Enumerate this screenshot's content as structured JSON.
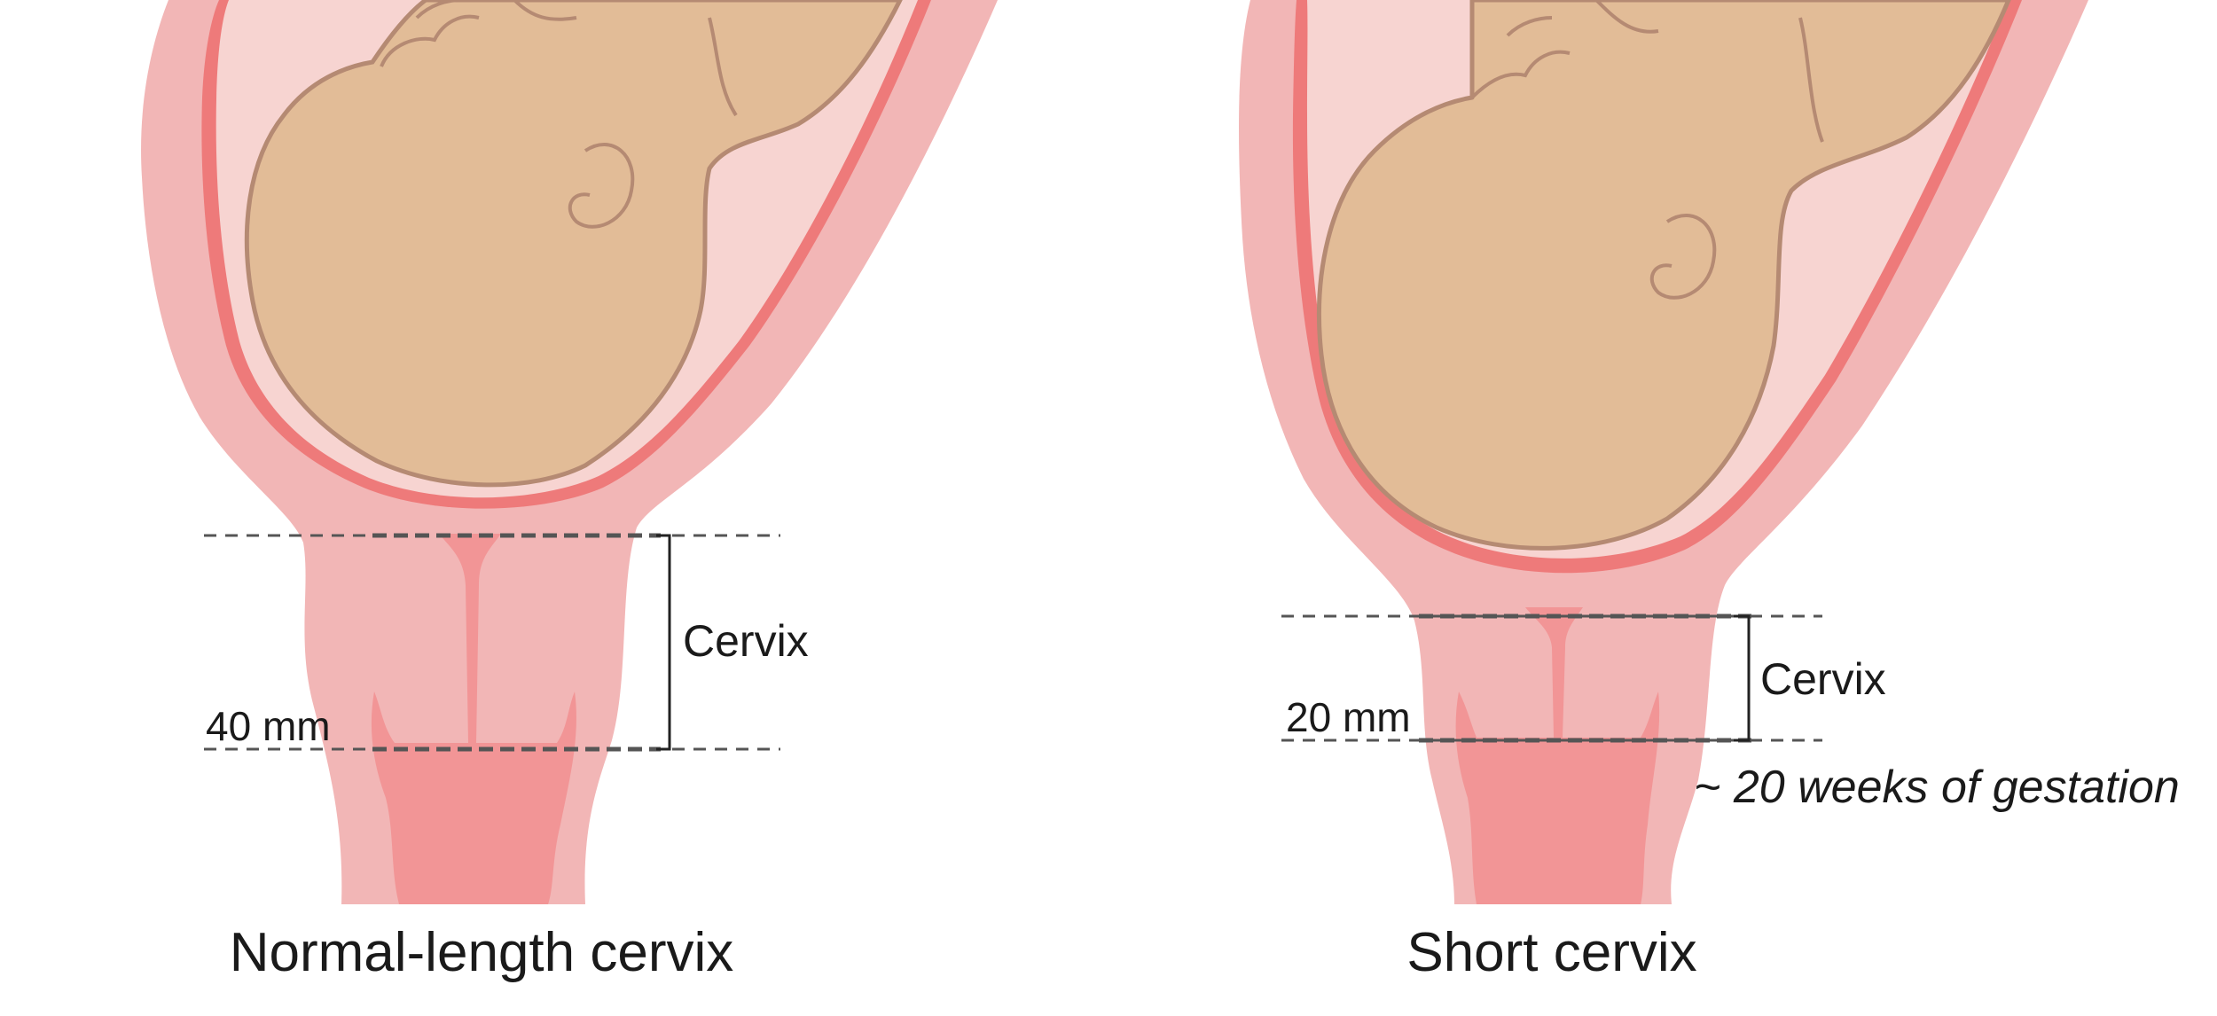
{
  "colors": {
    "background": "#ffffff",
    "outer_wall": "#f2b6b6",
    "wall_stroke": "#e9a0a0",
    "membrane": "#ee7a7a",
    "amniotic": "#f7d4d1",
    "fetus": "#e2bc97",
    "fetus_outline": "#b58a73",
    "canal": "#f29596",
    "measure_line": "#555555",
    "text": "#1a1a1a"
  },
  "panels": [
    {
      "caption": "Normal-length cervix",
      "measurement": "40 mm",
      "bracket_label": "Cervix"
    },
    {
      "caption": "Short cervix",
      "measurement": "20 mm",
      "bracket_label": "Cervix",
      "note": "~ 20 weeks of gestation"
    }
  ]
}
